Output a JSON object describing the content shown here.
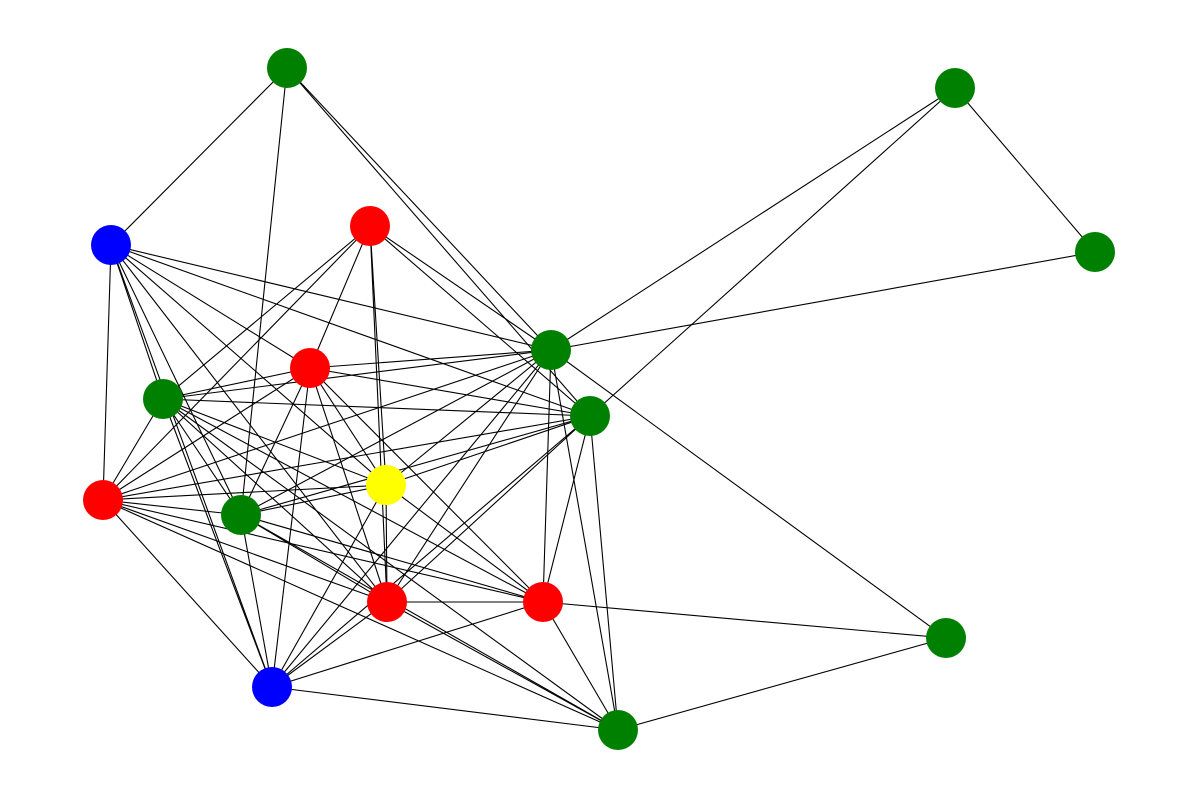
{
  "graph": {
    "node_colors": {
      "green": "#008000",
      "red": "#ff0000",
      "blue": "#0000ff",
      "yellow": "#ffff00"
    },
    "edge_color": "#000000",
    "nodes": [
      {
        "id": "n1",
        "group": "green"
      },
      {
        "id": "n2",
        "group": "green"
      },
      {
        "id": "n3",
        "group": "green"
      },
      {
        "id": "n4",
        "group": "blue"
      },
      {
        "id": "n5",
        "group": "red"
      },
      {
        "id": "n6",
        "group": "red"
      },
      {
        "id": "n7",
        "group": "green"
      },
      {
        "id": "n8",
        "group": "green"
      },
      {
        "id": "n9",
        "group": "green"
      },
      {
        "id": "n10",
        "group": "red"
      },
      {
        "id": "n11",
        "group": "yellow"
      },
      {
        "id": "n12",
        "group": "green"
      },
      {
        "id": "n13",
        "group": "red"
      },
      {
        "id": "n14",
        "group": "red"
      },
      {
        "id": "n15",
        "group": "green"
      },
      {
        "id": "n16",
        "group": "blue"
      },
      {
        "id": "n17",
        "group": "green"
      }
    ],
    "edges": [
      [
        "n1",
        "n4"
      ],
      [
        "n1",
        "n12"
      ],
      [
        "n1",
        "n8"
      ],
      [
        "n1",
        "n9"
      ],
      [
        "n2",
        "n8"
      ],
      [
        "n2",
        "n9"
      ],
      [
        "n3",
        "n2"
      ],
      [
        "n3",
        "n8"
      ],
      [
        "n4",
        "n10"
      ],
      [
        "n4",
        "n7"
      ],
      [
        "n4",
        "n6"
      ],
      [
        "n4",
        "n12"
      ],
      [
        "n4",
        "n11"
      ],
      [
        "n4",
        "n8"
      ],
      [
        "n4",
        "n9"
      ],
      [
        "n4",
        "n13"
      ],
      [
        "n4",
        "n16"
      ],
      [
        "n5",
        "n10"
      ],
      [
        "n5",
        "n6"
      ],
      [
        "n5",
        "n7"
      ],
      [
        "n5",
        "n11"
      ],
      [
        "n5",
        "n13"
      ],
      [
        "n5",
        "n8"
      ],
      [
        "n5",
        "n9"
      ],
      [
        "n6",
        "n7"
      ],
      [
        "n6",
        "n10"
      ],
      [
        "n6",
        "n12"
      ],
      [
        "n6",
        "n11"
      ],
      [
        "n6",
        "n13"
      ],
      [
        "n6",
        "n14"
      ],
      [
        "n6",
        "n16"
      ],
      [
        "n6",
        "n8"
      ],
      [
        "n6",
        "n9"
      ],
      [
        "n7",
        "n10"
      ],
      [
        "n7",
        "n8"
      ],
      [
        "n7",
        "n9"
      ],
      [
        "n7",
        "n11"
      ],
      [
        "n7",
        "n12"
      ],
      [
        "n7",
        "n13"
      ],
      [
        "n7",
        "n14"
      ],
      [
        "n7",
        "n16"
      ],
      [
        "n7",
        "n17"
      ],
      [
        "n8",
        "n10"
      ],
      [
        "n8",
        "n11"
      ],
      [
        "n8",
        "n12"
      ],
      [
        "n8",
        "n13"
      ],
      [
        "n8",
        "n14"
      ],
      [
        "n8",
        "n15"
      ],
      [
        "n8",
        "n16"
      ],
      [
        "n8",
        "n17"
      ],
      [
        "n9",
        "n10"
      ],
      [
        "n9",
        "n11"
      ],
      [
        "n9",
        "n12"
      ],
      [
        "n9",
        "n13"
      ],
      [
        "n9",
        "n14"
      ],
      [
        "n9",
        "n16"
      ],
      [
        "n9",
        "n17"
      ],
      [
        "n10",
        "n11"
      ],
      [
        "n10",
        "n12"
      ],
      [
        "n10",
        "n13"
      ],
      [
        "n10",
        "n14"
      ],
      [
        "n10",
        "n16"
      ],
      [
        "n10",
        "n17"
      ],
      [
        "n11",
        "n12"
      ],
      [
        "n11",
        "n13"
      ],
      [
        "n11",
        "n14"
      ],
      [
        "n11",
        "n16"
      ],
      [
        "n12",
        "n13"
      ],
      [
        "n12",
        "n14"
      ],
      [
        "n12",
        "n16"
      ],
      [
        "n12",
        "n17"
      ],
      [
        "n13",
        "n14"
      ],
      [
        "n13",
        "n16"
      ],
      [
        "n13",
        "n17"
      ],
      [
        "n14",
        "n15"
      ],
      [
        "n14",
        "n16"
      ],
      [
        "n14",
        "n17"
      ],
      [
        "n16",
        "n17"
      ],
      [
        "n17",
        "n15"
      ]
    ]
  }
}
